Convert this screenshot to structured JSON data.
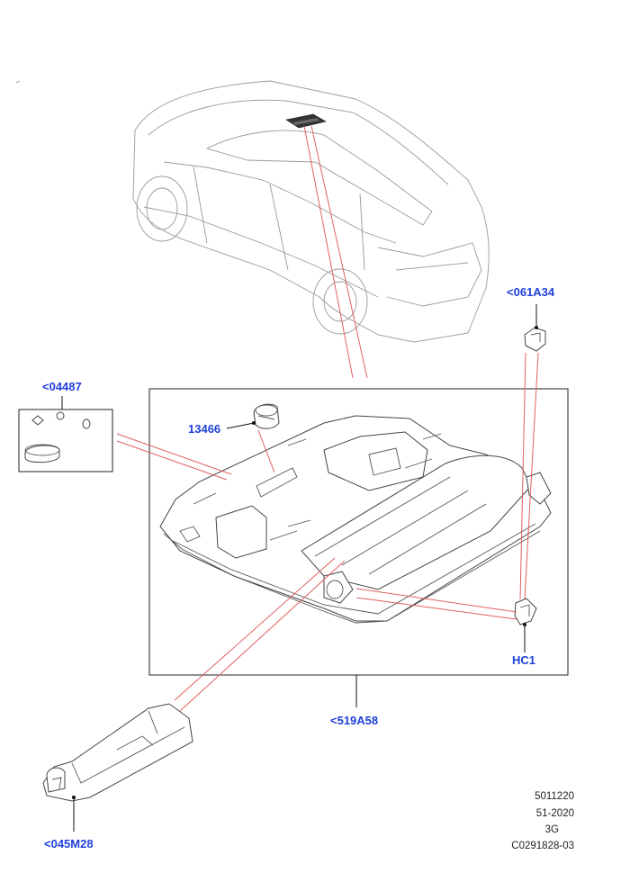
{
  "callouts": {
    "switch_panel_bracket": "<061A34",
    "kit_box": "<04487",
    "knob": "13466",
    "clip": "HC1",
    "console_assembly": "<519A58",
    "lens_cover": "<045M28"
  },
  "footer": {
    "line1": "5011220",
    "line2": "51-2020",
    "line3": "3G",
    "line4": "C0291828-03"
  },
  "colors": {
    "callout": "#1f3fd8",
    "leader": "#e06060",
    "outline": "#444444"
  }
}
